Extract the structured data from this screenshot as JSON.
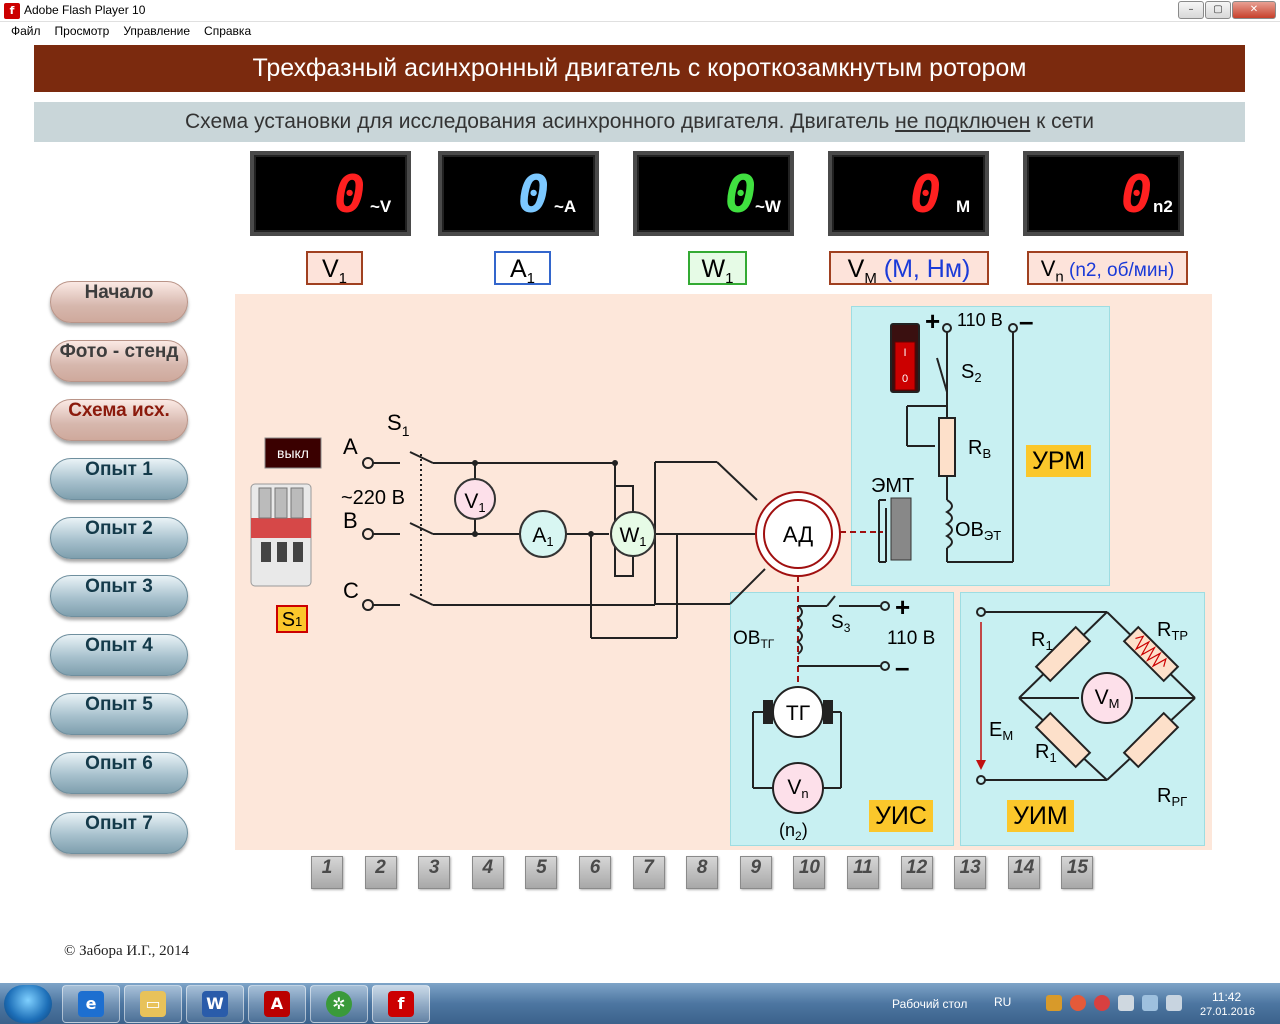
{
  "window": {
    "title": "Adobe Flash Player 10",
    "minimize": "–",
    "restore": "▢",
    "close": "✕"
  },
  "menu": [
    "Файл",
    "Просмотр",
    "Управление",
    "Справка"
  ],
  "banner": "Трехфазный асинхронный двигатель с короткозамкнутым ротором",
  "subtitle": {
    "before": "Схема установки для исследования асинхронного двигателя. Двигатель ",
    "status": "не подключен",
    "after": " к сети"
  },
  "meters": [
    {
      "value": "0",
      "unit": "~V",
      "color": "#ff2020",
      "label": "V",
      "label_sub": "1",
      "label_extra": "",
      "border": "#a04020"
    },
    {
      "value": "0",
      "unit": "~A",
      "color": "#7cc8ff",
      "label": "A",
      "label_sub": "1",
      "label_extra": "",
      "border": "#3366cc"
    },
    {
      "value": "0",
      "unit": "~W",
      "color": "#40e040",
      "label": "W",
      "label_sub": "1",
      "label_extra": "",
      "border": "#33aa33"
    },
    {
      "value": "0",
      "unit": "M",
      "color": "#ff2020",
      "label": "V",
      "label_sub": "M",
      "label_extra": " (M, Нм)",
      "border": "#a04020"
    },
    {
      "value": "0",
      "unit": "n2",
      "color": "#ff2020",
      "label": "V",
      "label_sub": "n",
      "label_extra": " (n2, об/мин)",
      "border": "#a04020"
    }
  ],
  "nav": [
    {
      "label": "Начало",
      "style": "light"
    },
    {
      "label": "Фото - стенд",
      "style": "light"
    },
    {
      "label": "Схема исх.",
      "style": "light active"
    },
    {
      "label": "Опыт 1",
      "style": "blue"
    },
    {
      "label": "Опыт 2",
      "style": "blue"
    },
    {
      "label": "Опыт 3",
      "style": "blue"
    },
    {
      "label": "Опыт 4",
      "style": "blue"
    },
    {
      "label": "Опыт 5",
      "style": "blue"
    },
    {
      "label": "Опыт 6",
      "style": "blue"
    },
    {
      "label": "Опыт 7",
      "style": "blue"
    }
  ],
  "diagram": {
    "switch_state": "выкл",
    "breaker_label": "S1",
    "s1": "S",
    "s1_sub": "1",
    "phase_a": "A",
    "phase_b": "B",
    "phase_c": "C",
    "voltage": "~220 В",
    "v1": "V",
    "a1": "A",
    "w1": "W",
    "sub1": "1",
    "motor": "АД",
    "urm": "УРМ",
    "uis": "УИС",
    "uim": "УИМ",
    "plus": "+",
    "minus": "–",
    "v110": "110 В",
    "s2": "S",
    "s2_sub": "2",
    "s3": "S",
    "s3_sub": "3",
    "rb": "R",
    "rb_sub": "В",
    "emt": "ЭМТ",
    "ovet": "ОВ",
    "ovet_sub": "ЭТ",
    "ovtg": "ОВ",
    "ovtg_sub": "ТГ",
    "tg": "ТГ",
    "vn": "V",
    "vn_sub": "n",
    "n2": "(n",
    "n2_sub": "2",
    "n2_close": ")",
    "r1": "R",
    "r1_sub": "1",
    "rtr": "R",
    "rtr_sub": "ТР",
    "rrg": "R",
    "rrg_sub": "РГ",
    "vm": "V",
    "vm_sub": "M",
    "em": "E",
    "em_sub": "M",
    "switch_on": "I",
    "switch_off": "0"
  },
  "steps": [
    "1",
    "2",
    "3",
    "4",
    "5",
    "6",
    "7",
    "8",
    "9",
    "10",
    "11",
    "12",
    "13",
    "14",
    "15"
  ],
  "copyright": "© Забора И.Г., 2014",
  "taskbar": {
    "desktop": "Рабочий стол",
    "lang": "RU",
    "time": "11:42",
    "date": "27.01.2016"
  }
}
